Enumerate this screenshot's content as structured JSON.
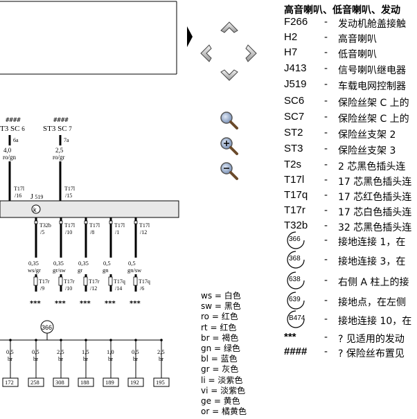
{
  "diagram": {
    "top_fuse_refs": [
      {
        "hash": "####",
        "label": "T3  SC",
        "num": "6",
        "pin": "6a",
        "wire_size": "4,0",
        "wire_color": "ro/gn",
        "conn": "T17l",
        "conn_pin": "/16"
      },
      {
        "hash": "####",
        "label": "ST3  SC",
        "num": "7",
        "pin": "7a",
        "wire_size": "2,5",
        "wire_color": "ro/gr",
        "conn": "T17l",
        "conn_pin": "/15"
      }
    ],
    "module_label": "J",
    "module_number": "519",
    "bottom_wires": [
      {
        "conn": "T32b",
        "pin": "/5",
        "size": "0,35",
        "color": "ws/gr",
        "plug": "T17r",
        "plug_pin": "/9"
      },
      {
        "conn": "T17l",
        "pin": "/10",
        "size": "0,35",
        "color": "gr/sw",
        "plug": "T17r",
        "plug_pin": "/10"
      },
      {
        "conn": "T17l",
        "pin": "/8",
        "size": "0,35",
        "color": "gr",
        "plug": "T17r",
        "plug_pin": "/12"
      },
      {
        "conn": "T17l",
        "pin": "/1",
        "size": "0,5",
        "color": "gn",
        "plug": "T17q",
        "plug_pin": "/14"
      },
      {
        "conn": "T17l",
        "pin": "/12",
        "size": "0,5",
        "color": "gn/sw",
        "plug": "T17q",
        "plug_pin": "/6"
      }
    ],
    "stars": "***",
    "ground_node": "366",
    "ground_wires": [
      {
        "size": "0,5",
        "color": "br",
        "box": "172"
      },
      {
        "size": "0,5",
        "color": "br",
        "box": "258"
      },
      {
        "size": "2,5",
        "color": "br",
        "box": "308"
      },
      {
        "size": "1,5",
        "color": "br",
        "box": "188"
      },
      {
        "size": "1,0",
        "color": "br",
        "box": "189"
      },
      {
        "size": "0,5",
        "color": "br",
        "box": "192"
      },
      {
        "size": "2,5",
        "color": "br",
        "box": "195"
      }
    ]
  },
  "color_legend": [
    "ws = 白色",
    "sw = 黑色",
    "ro = 红色",
    "rt = 红色",
    "br = 褐色",
    "gn = 绿色",
    "bl = 蓝色",
    "gr = 灰色",
    "li = 淡紫色",
    "vi = 淡紫色",
    "ge = 黄色",
    "or = 橘黄色"
  ],
  "legend": {
    "title": "高音喇叭、低音喇叭、发动",
    "rows": [
      {
        "code": "F266",
        "desc": "发动机舱盖接触"
      },
      {
        "code": "H2",
        "desc": "高音喇叭"
      },
      {
        "code": "H7",
        "desc": "低音喇叭"
      },
      {
        "code": "J413",
        "desc": "信号喇叭继电器"
      },
      {
        "code": "J519",
        "desc": "车载电网控制器"
      },
      {
        "code": "SC6",
        "desc": "保险丝架 C 上的"
      },
      {
        "code": "SC7",
        "desc": "保险丝架 C 上的"
      },
      {
        "code": "ST2",
        "desc": "保险丝支架 2"
      },
      {
        "code": "ST3",
        "desc": "保险丝支架 3"
      },
      {
        "code": "T2s",
        "desc": "2 芯黑色插头连"
      },
      {
        "code": "T17l",
        "desc": "17 芯黑色插头连"
      },
      {
        "code": "T17q",
        "desc": "17 芯红色插头连"
      },
      {
        "code": "T17r",
        "desc": "17 芯白色插头连"
      },
      {
        "code": "T32b",
        "desc": "32 芯黑色插头连"
      },
      {
        "ground": "366",
        "desc": "接地连接 1，在"
      },
      {
        "ground": "368",
        "desc": "接地连接 3，在"
      },
      {
        "ground": "638",
        "desc": "右侧 A 柱上的接"
      },
      {
        "ground": "639",
        "desc": "接地点，在左侧"
      },
      {
        "ground": "B474",
        "desc": "接地连接 10，在"
      },
      {
        "code": "***",
        "desc": "? 见适用的发动"
      },
      {
        "code": "####",
        "desc": "? 保险丝布置见"
      }
    ],
    "dash": "-"
  },
  "colors": {
    "ink": "#000000",
    "bus_fill": "#e8e8e8",
    "nav_fill": "#d0d0d0",
    "magnifier": "#4a6fa5"
  },
  "icons": [
    "arrow-up-icon",
    "arrow-left-icon",
    "arrow-right-icon",
    "arrow-down-icon",
    "zoom-icon",
    "zoom-in-icon",
    "zoom-out-icon",
    "collapse-arrow-icon"
  ]
}
